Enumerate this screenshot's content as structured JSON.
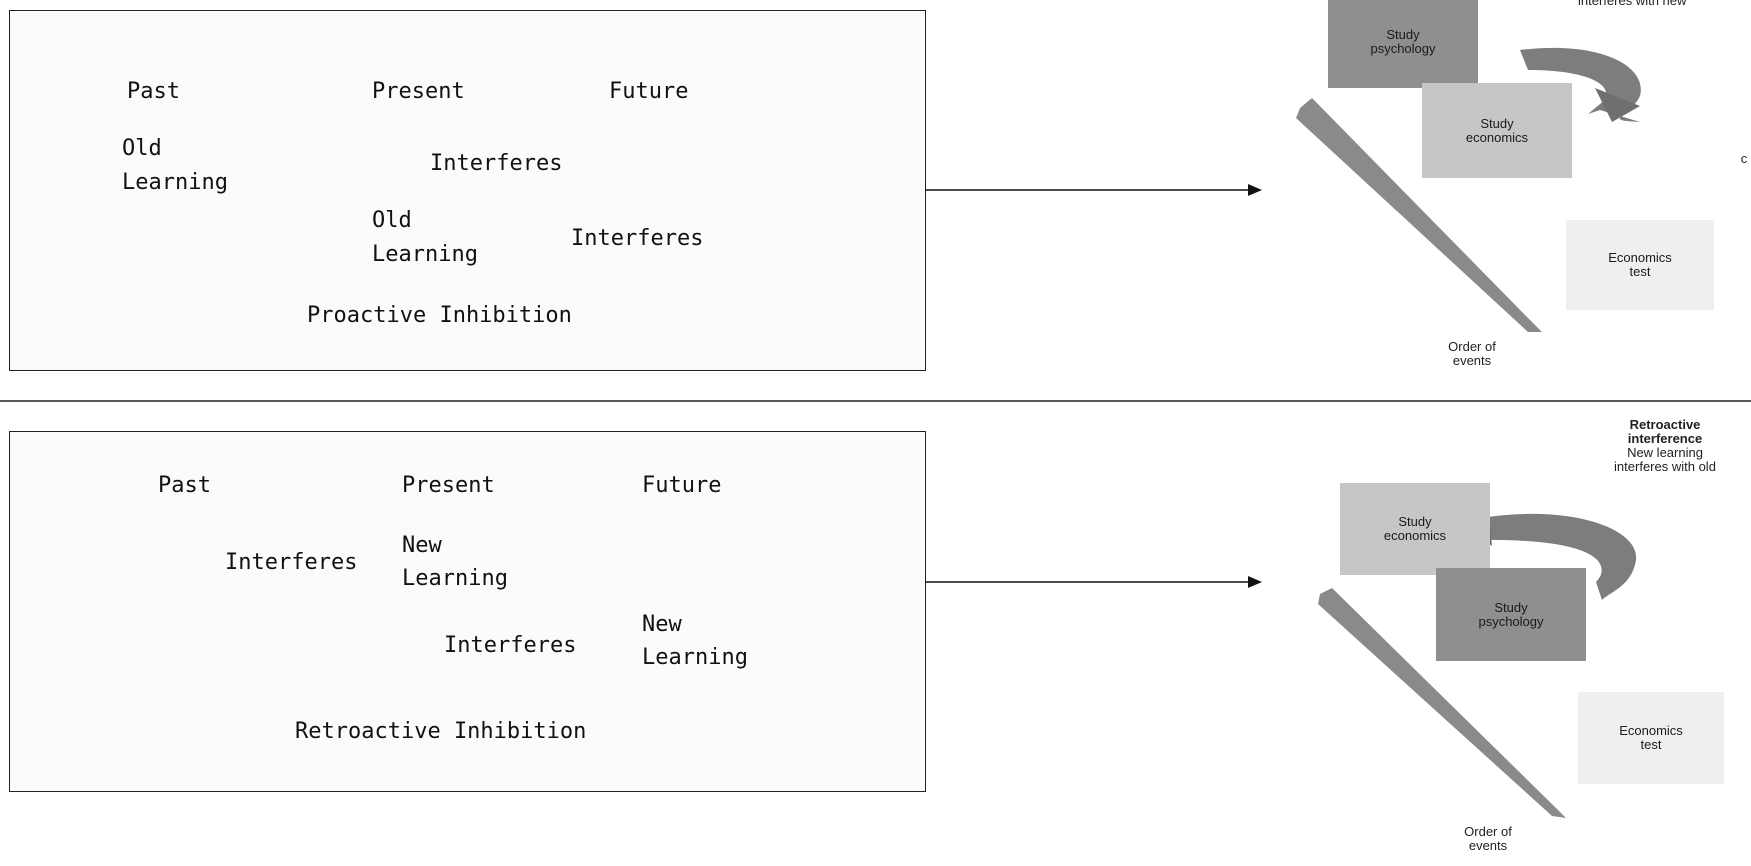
{
  "proactive": {
    "past": "Past",
    "present": "Present",
    "future": "Future",
    "old_learning_1": [
      "Old",
      "Learning"
    ],
    "interferes_1": "Interferes",
    "old_learning_2": [
      "Old",
      "Learning"
    ],
    "interferes_2": "Interferes",
    "caption": "Proactive Inhibition",
    "image": {
      "header": "interferes with new",
      "block1": [
        "Study",
        "psychology"
      ],
      "block2": [
        "Study",
        "economics"
      ],
      "test": [
        "Economics",
        "test"
      ],
      "order": [
        "Order of",
        "events"
      ],
      "edge_char": "c"
    }
  },
  "retroactive": {
    "past": "Past",
    "present": "Present",
    "future": "Future",
    "interferes_1": "Interferes",
    "new_learning_1": [
      "New",
      "Learning"
    ],
    "interferes_2": "Interferes",
    "new_learning_2": [
      "New",
      "Learning"
    ],
    "caption": "Retroactive Inhibition",
    "image": {
      "header_bold": [
        "Retroactive",
        "interference"
      ],
      "header": [
        "New learning",
        "interferes with old"
      ],
      "block1": [
        "Study",
        "economics"
      ],
      "block2": [
        "Study",
        "psychology"
      ],
      "test": [
        "Economics",
        "test"
      ],
      "order": [
        "Order of",
        "events"
      ]
    }
  },
  "colors": {
    "block_dark": "#8f8f8f",
    "block_light": "#c6c6c6",
    "ribbon": "#8a8a8a"
  }
}
